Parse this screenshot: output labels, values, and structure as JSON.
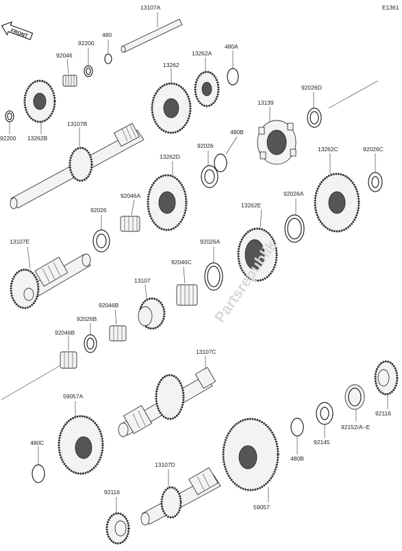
{
  "diagram_code": "E1361",
  "front_label": "FRONT",
  "parts": {
    "p13107A": "13107A",
    "p92200_top": "92200",
    "p480": "480",
    "p92046": "92046",
    "p13262": "13262",
    "p13262A": "13262A",
    "p480A": "480A",
    "p13262B": "13262B",
    "p92200_left": "92200",
    "p13107B": "13107B",
    "p13139": "13139",
    "p92026D": "92026D",
    "p480B_top": "480B",
    "p13262D": "13262D",
    "p92026_mid": "92026",
    "p13262C": "13262C",
    "p92026C": "92026C",
    "p92046A": "92046A",
    "p92026_left": "92026",
    "p13262E": "13262E",
    "p92026A_right": "92026A",
    "p13107E": "13107E",
    "p92026A_mid": "92026A",
    "p92046C": "92046C",
    "p13107": "13107",
    "p92046B": "92046B",
    "p92026B": "92026B",
    "p92046B_low": "92046B",
    "p13107C": "13107C",
    "p59057A": "59057A",
    "p92116_right": "92116",
    "p480C": "480C",
    "p480B_low": "480B",
    "p92145": "92145",
    "p92152": "92152/A~E",
    "p13107D": "13107D",
    "p59057": "59057",
    "p92116_low": "92116"
  }
}
